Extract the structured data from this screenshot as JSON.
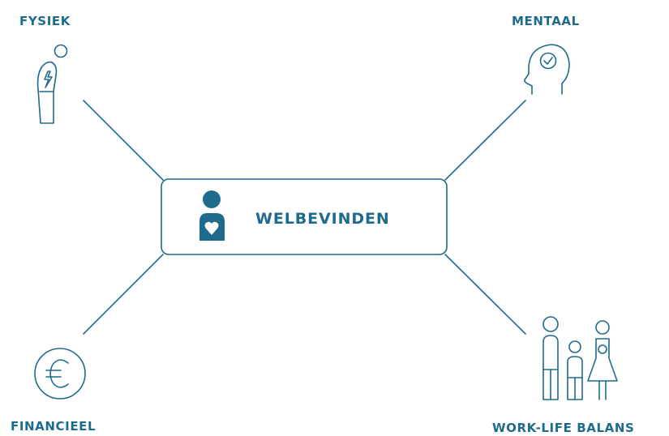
{
  "center": {
    "title": "WELBEVINDEN",
    "icon": "person-heart-icon"
  },
  "branches": {
    "fysiek": {
      "label": "FYSIEK",
      "icon": "person-energy-icon"
    },
    "mentaal": {
      "label": "MENTAAL",
      "icon": "head-check-icon"
    },
    "financieel": {
      "label": "FINANCIEEL",
      "icon": "euro-coin-icon"
    },
    "worklife": {
      "label": "WORK-LIFE BALANS",
      "icon": "family-icon"
    }
  },
  "colors": {
    "primary": "#1e6b8c",
    "background": "#ffffff"
  }
}
